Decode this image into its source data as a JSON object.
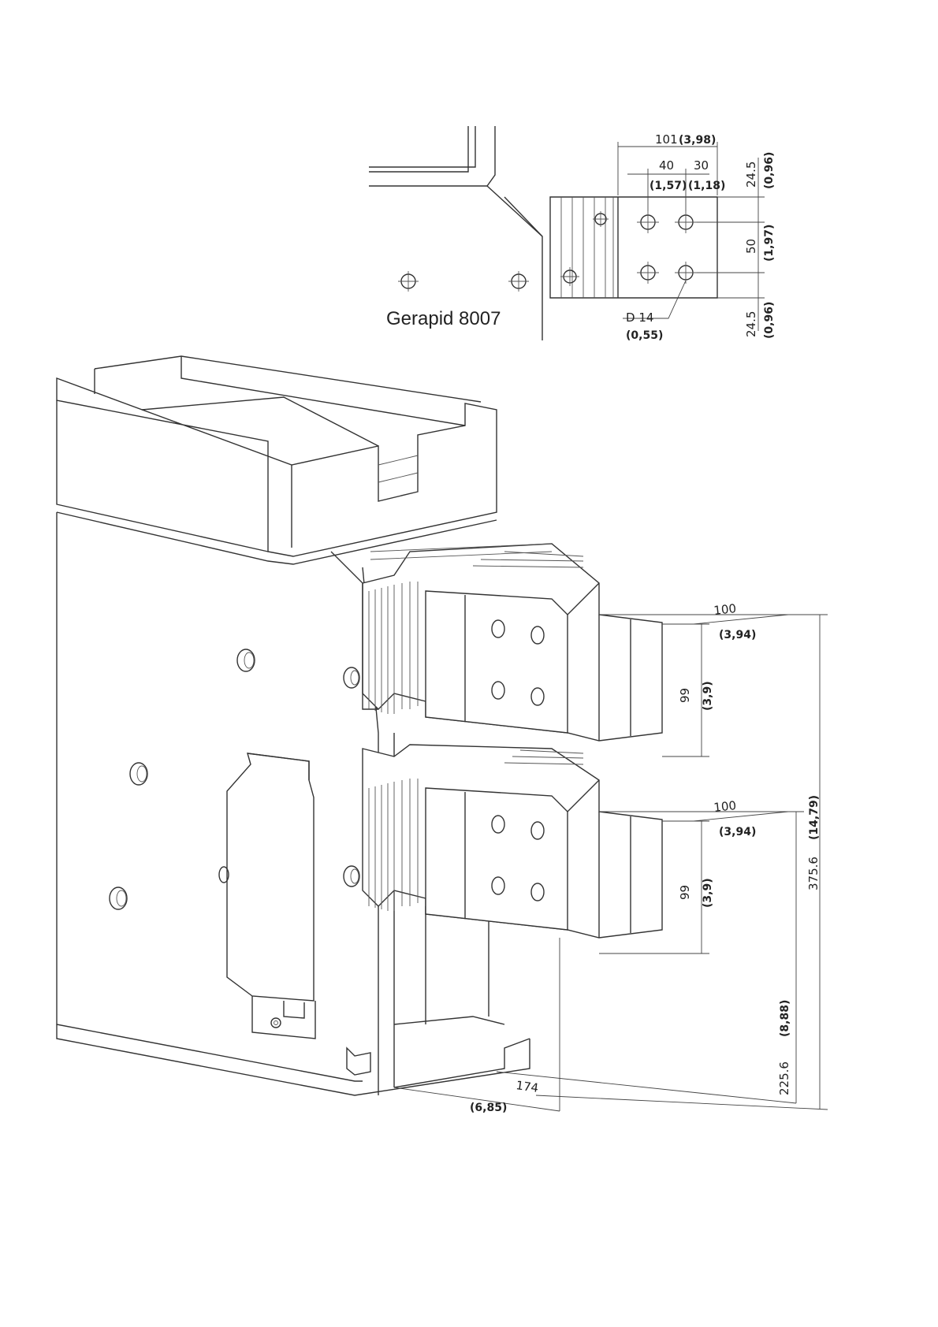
{
  "title": "Gerapid 8007",
  "detail": {
    "width_total": "101",
    "width_total_in": "(3,98)",
    "hole_offset": "40",
    "hole_offset_in": "(1,57)",
    "hole_spacing": "30",
    "hole_spacing_in": "(1,18)",
    "top_margin": "24.5",
    "top_margin_in": "(0,96)",
    "hole_pitch_v": "50",
    "hole_pitch_v_in": "(1,97)",
    "bottom_margin": "24.5",
    "bottom_margin_in": "(0,96)",
    "hole_diameter": "D  14",
    "hole_diameter_in": "(0,55)"
  },
  "iso": {
    "upper_depth": "100",
    "upper_depth_in": "(3,94)",
    "upper_height": "99",
    "upper_height_in": "(3,9)",
    "lower_depth": "100",
    "lower_depth_in": "(3,94)",
    "lower_height": "99",
    "lower_height_in": "(3,9)",
    "total_height": "375.6",
    "total_height_in": "(14,79)",
    "lower_offset": "225.6",
    "lower_offset_in": "(8,88)",
    "front_offset": "174",
    "front_offset_in": "(6,85)"
  }
}
